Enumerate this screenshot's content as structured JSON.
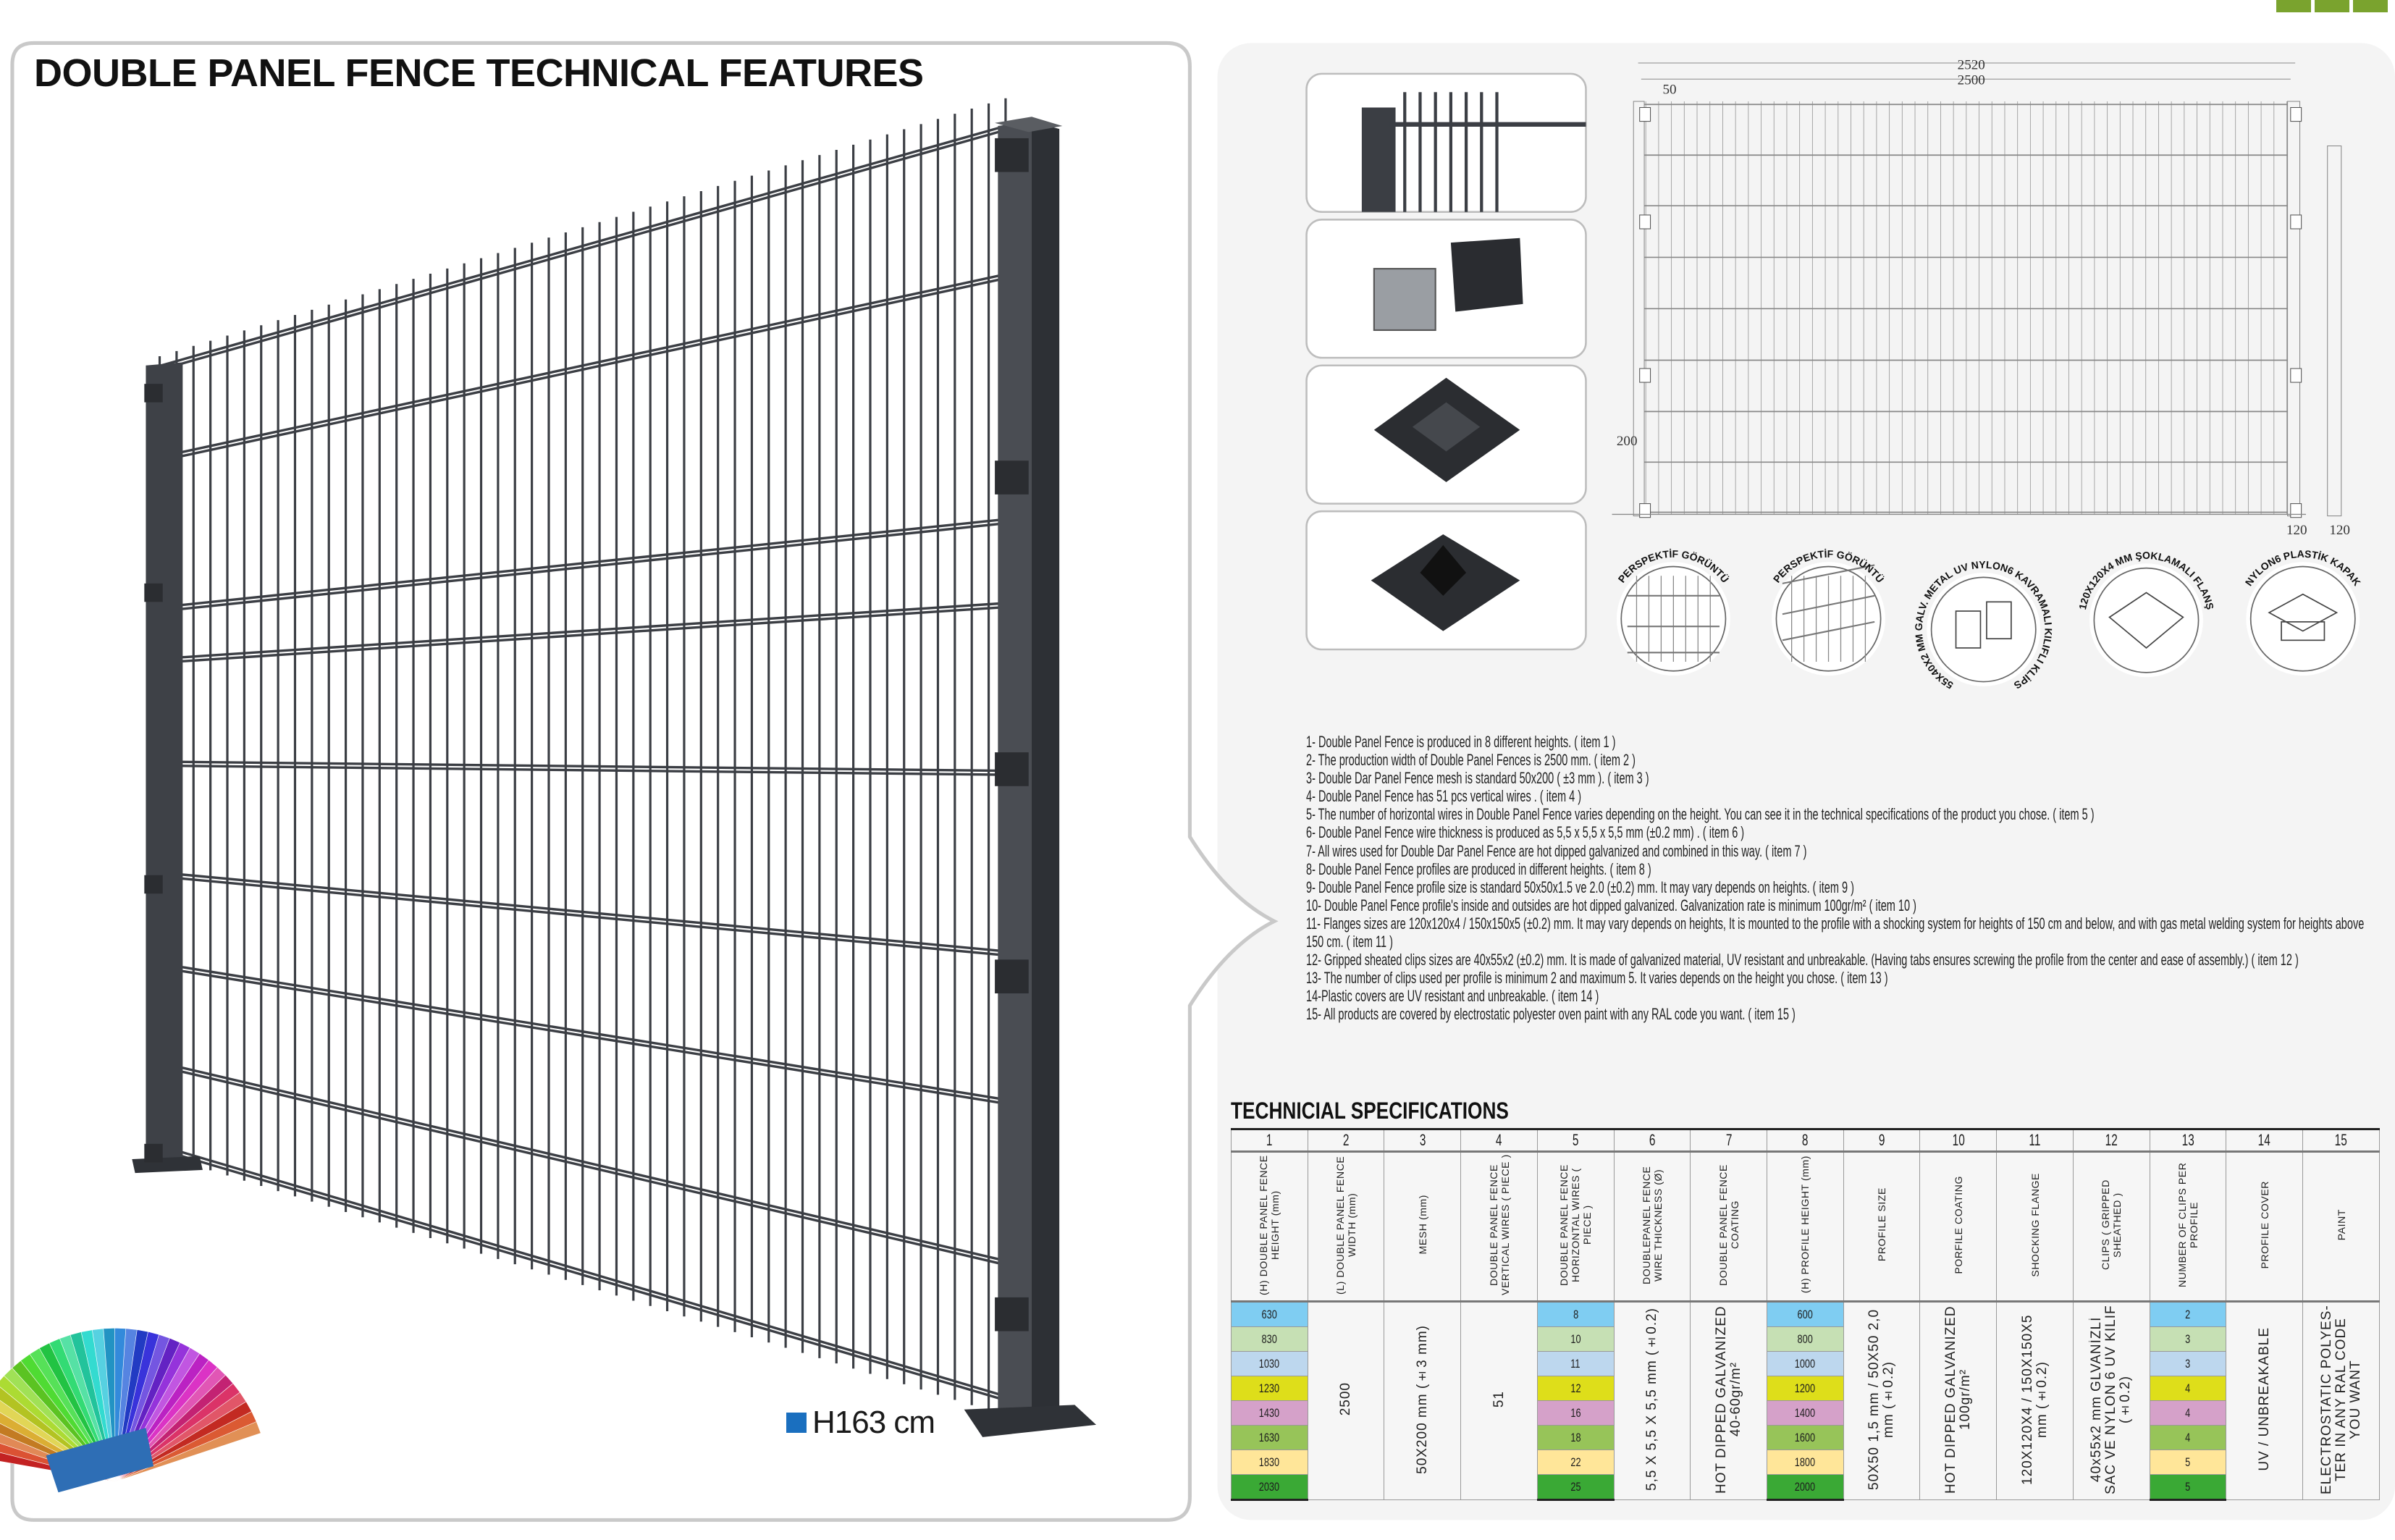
{
  "title": "DOUBLE PANEL FENCE TECHNICAL FEATURES",
  "height_label": "H163 cm",
  "colors": {
    "fence": "#3b3e44",
    "height_marker": "#1a6fbf",
    "brand_squares": "#7aa32e",
    "panel_bg": "#f4f4f4"
  },
  "drawing": {
    "dim_total": "2520",
    "dim_panel": "2500",
    "dim_edge": "50",
    "dim_mesh": "200",
    "dim_post_front": "120",
    "dim_post_side": "120"
  },
  "circles": [
    {
      "label": "PERSPEKTİF GÖRÜNTÜ",
      "icon": "fence-perspective-icon"
    },
    {
      "label": "PERSPEKTİF GÖRÜNTÜ",
      "icon": "fence-side-perspective-icon"
    },
    {
      "label": "55X40X2 MM GALV. METAL UV NYLON6 KAVRAMALI KILIFLI KLİPS",
      "icon": "clip-icon"
    },
    {
      "label": "120X120X4 MM ŞOKLAMALI FLANŞ",
      "icon": "flange-icon"
    },
    {
      "label": "NYLON6 PLASTİK KAPAK",
      "icon": "plastic-cap-icon"
    }
  ],
  "thumbnails": [
    {
      "icon": "post-closeup-icon"
    },
    {
      "icon": "clip-icon"
    },
    {
      "icon": "plastic-cap-icon"
    },
    {
      "icon": "flange-icon"
    }
  ],
  "features": [
    "1- Double Panel Fence is produced in 8 different heights. ( item 1 )",
    "2- The production width of Double Panel Fences is 2500 mm. ( item 2 )",
    "3- Double Dar Panel Fence mesh is standard 50x200 ( ±3 mm ). ( item 3 )",
    "4- Double Panel Fence has 51 pcs vertical wires . ( item 4 )",
    "5- The number of horizontal wires in Double Panel Fence varies depending on the height. You can see it in the technical specifications of the product you chose. ( item 5 )",
    "6- Double Panel Fence wire thickness is produced as  5,5 x 5,5 x 5,5 mm (±0.2 mm) . ( item 6 )",
    "7- All wires used for Double Dar Panel Fence are hot dipped galvanized and combined in this way. ( item 7 )",
    "8- Double Panel Fence profiles are produced in different heights. ( item 8 )",
    "9- Double Panel Fence profile size is standard 50x50x1.5 ve 2.0 (±0.2) mm. It may vary depends on heights. ( item 9 )",
    "10- Double Panel Fence profile's inside and outsides are hot dipped galvanized. Galvanization rate is minimum 100gr/m² ( item 10 )",
    "11- Flanges sizes are 120x120x4 / 150x150x5 (±0.2) mm. It may vary depends on heights, It is mounted to the profile with a shocking system for heights of 150 cm and below, and with gas metal welding system for heights above 150 cm. ( item 11 )",
    "12- Gripped sheated clips sizes are 40x55x2 (±0.2) mm. It is made of galvanized material, UV resistant and unbreakable. (Having tabs ensures screwing the profile from the center and ease of assembly.) ( item 12 )",
    "13- The number of clips used per profile is minimum 2 and maximum 5. It varies depends on the height you chose. ( item 13 )",
    "14-Plastic covers are UV resistant and unbreakable. ( item 14 )",
    "15- All products are covered by electrostatic polyester oven paint with any RAL code you want. ( item 15 )"
  ],
  "specs": {
    "heading": "TECHNICIAL SPECIFICATIONS",
    "columns": [
      {
        "num": "1",
        "header": "(H) DOUBLE PANEL FENCE HEIGHT (mm)"
      },
      {
        "num": "2",
        "header": "(L) DOUBLE PANEL FENCE WIDTH (mm)"
      },
      {
        "num": "3",
        "header": "MESH (mm)"
      },
      {
        "num": "4",
        "header": "DOUBLE PANEL FENCE VERTICAL WIRES ( PIECE )"
      },
      {
        "num": "5",
        "header": "DOUBLE PANEL FENCE HORIZONTAL WIRES ( PIECE )"
      },
      {
        "num": "6",
        "header": "DOUBLEPANEL FENCE WIRE THICKNESS (Ø)"
      },
      {
        "num": "7",
        "header": "DOUBLE PANEL FENCE COATING"
      },
      {
        "num": "8",
        "header": "(H) PROFILE HEIGHT (mm)"
      },
      {
        "num": "9",
        "header": "PROFILE SIZE"
      },
      {
        "num": "10",
        "header": "PORFILE COATING"
      },
      {
        "num": "11",
        "header": "SHOCKING FLANGE"
      },
      {
        "num": "12",
        "header": "CLIPS ( GRIPPED SHEATHED )"
      },
      {
        "num": "13",
        "header": "NUMBER OF CLIPS PER PROFILE"
      },
      {
        "num": "14",
        "header": "PROFILE COVER"
      },
      {
        "num": "15",
        "header": "PAINT"
      }
    ],
    "row_colors": [
      "#7fcdf2",
      "#c6e0b4",
      "#bdd7ee",
      "#dede1a",
      "#d5a1c9",
      "#97c459",
      "#ffe699",
      "#3aa935"
    ],
    "fence_heights": [
      "630",
      "830",
      "1030",
      "1230",
      "1430",
      "1630",
      "1830",
      "2030"
    ],
    "horizontal_wires": [
      "8",
      "10",
      "11",
      "12",
      "16",
      "18",
      "22",
      "25"
    ],
    "profile_heights": [
      "600",
      "800",
      "1000",
      "1200",
      "1400",
      "1600",
      "1800",
      "2000"
    ],
    "clips_per_profile": [
      "2",
      "3",
      "3",
      "4",
      "4",
      "4",
      "5",
      "5"
    ],
    "width": "2500",
    "mesh": "50X200 mm (±3 mm)",
    "vertical_wires": "51",
    "wire_thickness": "5,5 X 5,5 X 5,5 mm (±0.2)",
    "fence_coating": "HOT DIPPED GALVANIZED 40-60gr/m²",
    "profile_size": "50X50 1,5 mm / 50X50 2,0 mm (±0.2)",
    "profile_coating": "HOT DIPPED GALVANIZED 100gr/m²",
    "shocking_flange": "120X120X4 / 150X150X5 mm (±0.2)",
    "clips": "40x55x2 mm GLVANİZLİ SAC VE NYLON 6 UV KILIF (±0.2)",
    "profile_cover": "UV / UNBREAKABLE",
    "paint": "ELECTROSTATIC POLYES-TER IN ANY RAL CODE YOU WANT"
  }
}
